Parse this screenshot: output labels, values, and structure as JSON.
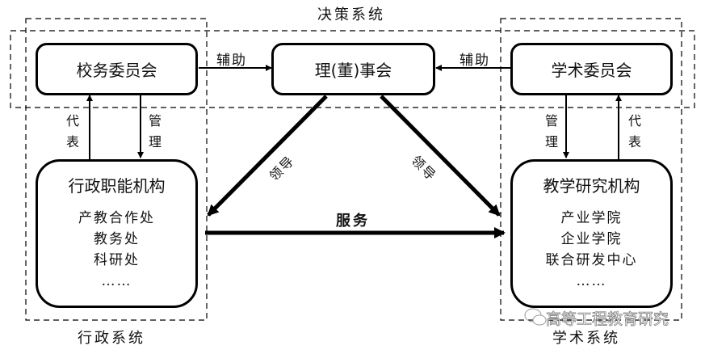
{
  "systems": {
    "decision": "决策系统",
    "admin": "行政系统",
    "academic": "学术系统"
  },
  "nodes": {
    "school_affairs_committee": "校务委员会",
    "board": "理(董)事会",
    "academic_committee": "学术委员会",
    "admin_org": {
      "title": "行政职能机构",
      "items": [
        "产教合作处",
        "教务处",
        "科研处",
        "……"
      ]
    },
    "teaching_research_org": {
      "title": "教学研究机构",
      "items": [
        "产业学院",
        "企业学院",
        "联合研发中心",
        "……"
      ]
    }
  },
  "edges": {
    "assist_left": "辅助",
    "assist_right": "辅助",
    "represent_left": [
      "代",
      "表"
    ],
    "manage_left": [
      "管",
      "理"
    ],
    "manage_right": [
      "管",
      "理"
    ],
    "represent_right": [
      "代",
      "表"
    ],
    "lead_left": "领导",
    "lead_right": "领导",
    "serve": "服务"
  },
  "watermark": "高等工程教育研究"
}
